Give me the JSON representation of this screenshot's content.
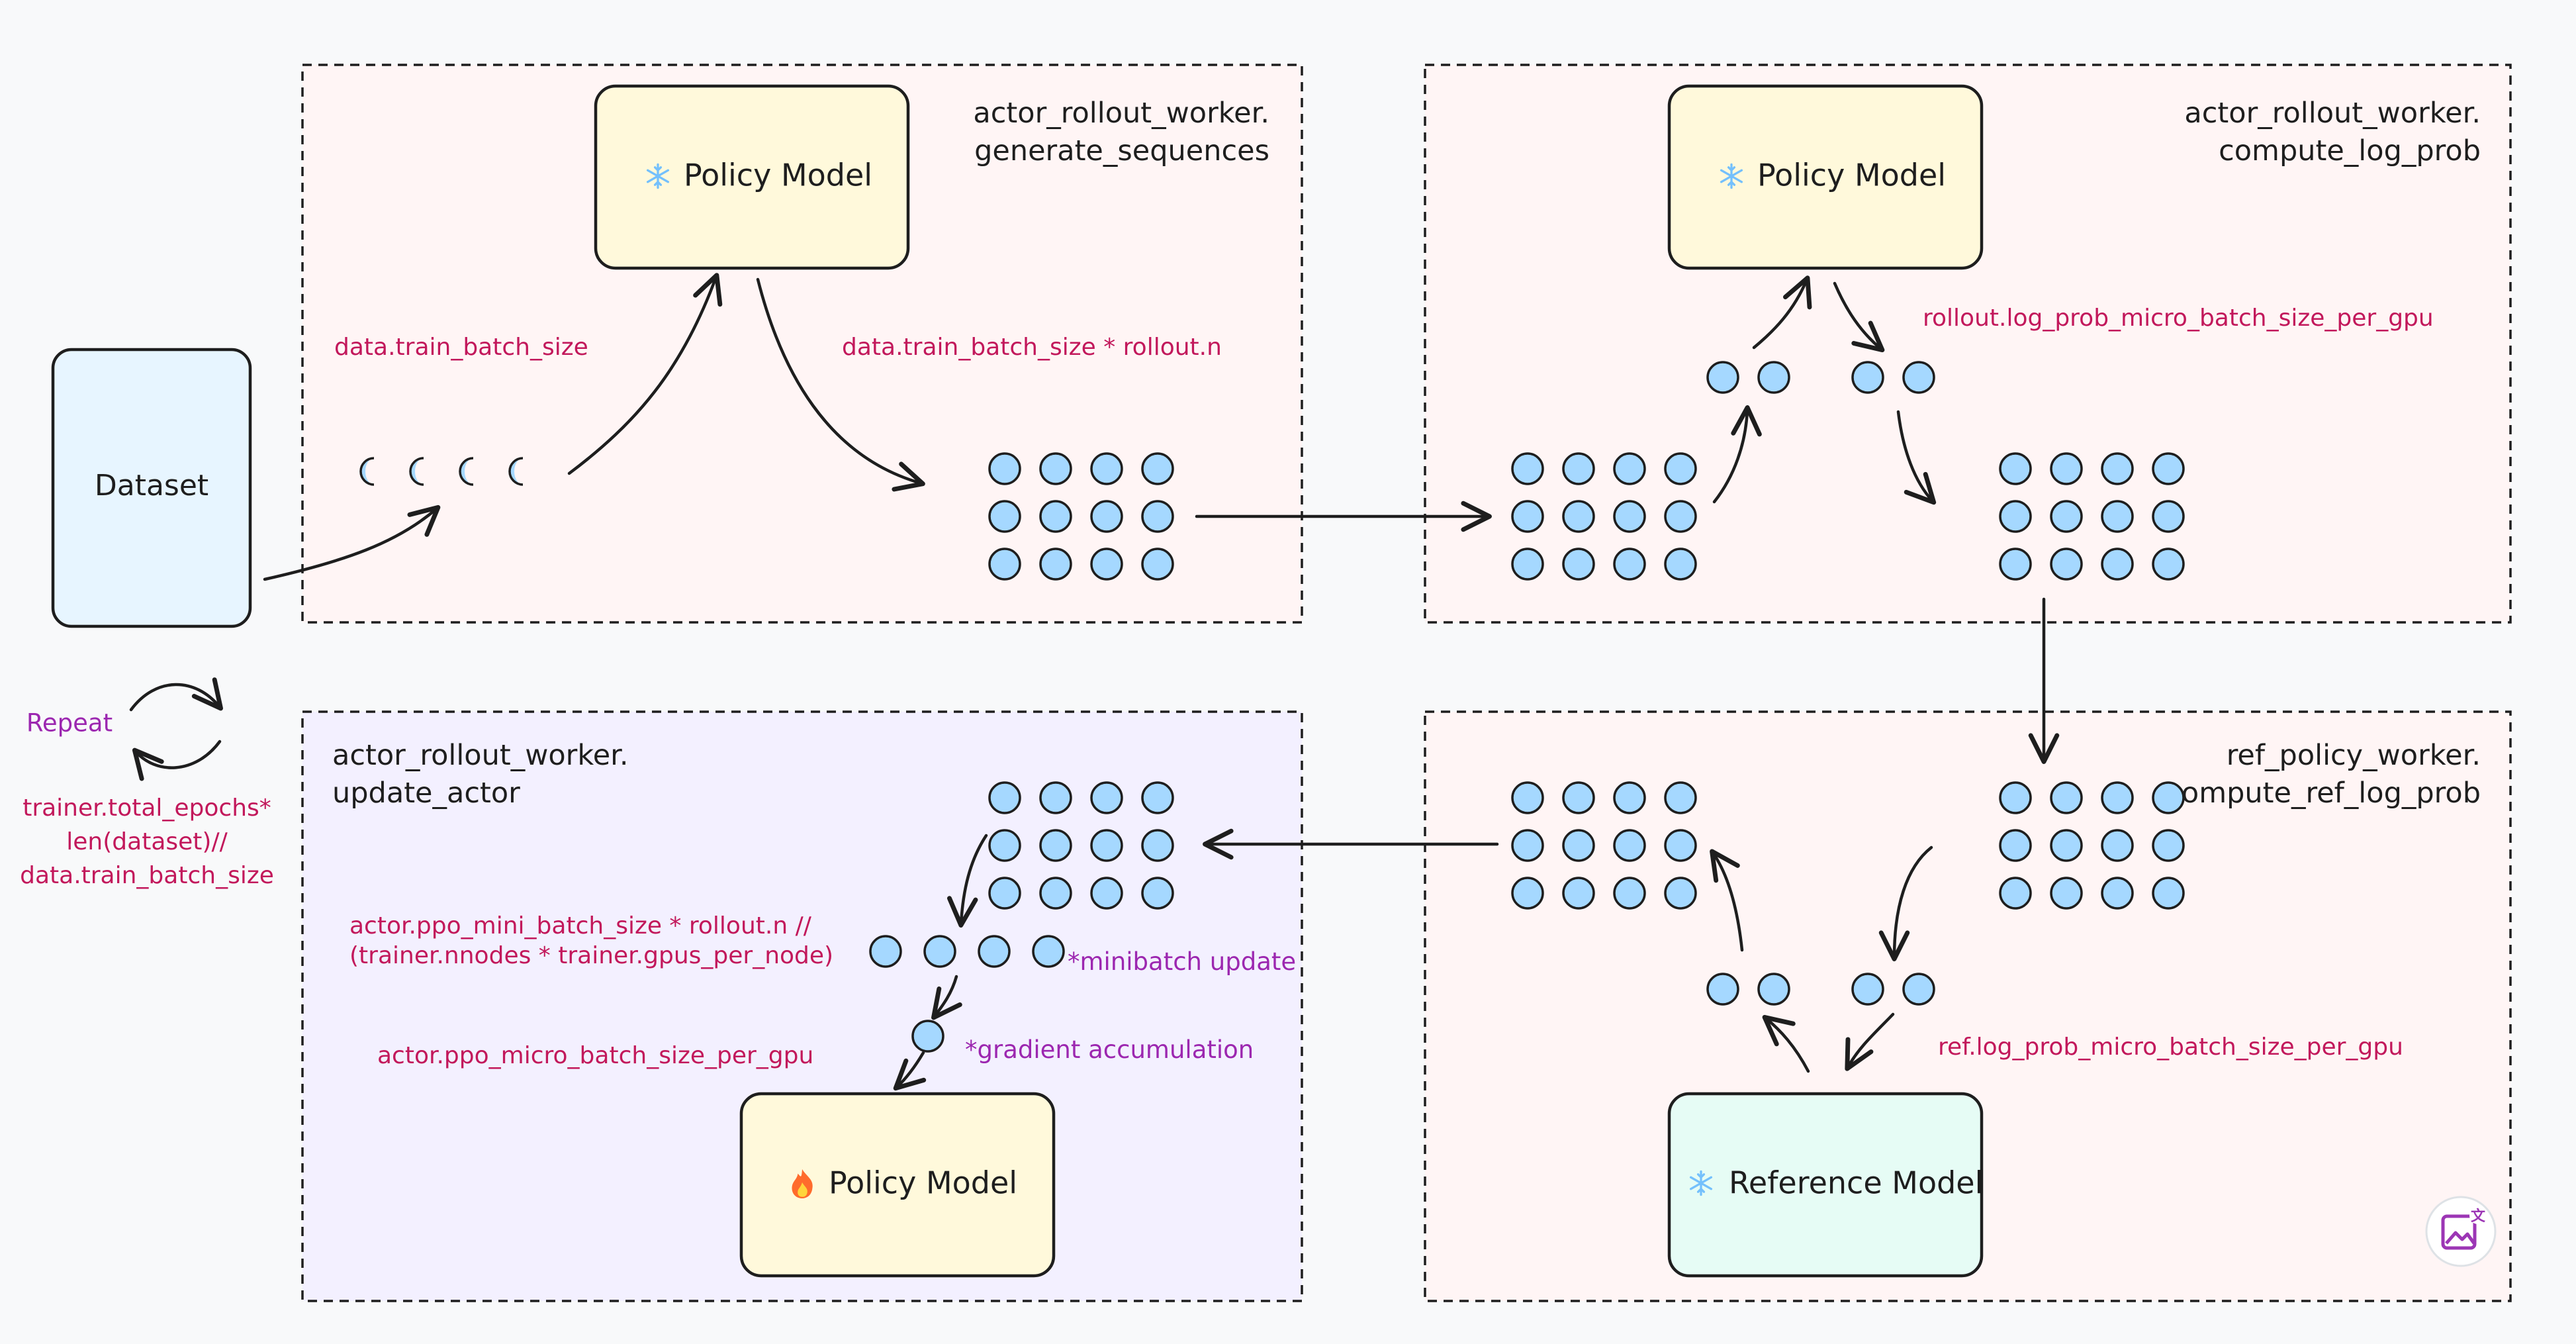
{
  "dataset": {
    "label": "Dataset"
  },
  "repeat": {
    "label": "Repeat",
    "formula": [
      "trainer.total_epochs*",
      "len(dataset)//",
      "data.train_batch_size"
    ]
  },
  "panels": {
    "generate": {
      "title": [
        "actor_rollout_worker.",
        "generate_sequences"
      ],
      "model_label": "Policy Model",
      "model_icon": "snowflake-icon",
      "input_param": "data.train_batch_size",
      "output_param": "data.train_batch_size * rollout.n"
    },
    "logprob": {
      "title": [
        "actor_rollout_worker.",
        "compute_log_prob"
      ],
      "model_label": "Policy Model",
      "model_icon": "snowflake-icon",
      "micro_param": "rollout.log_prob_micro_batch_size_per_gpu"
    },
    "ref": {
      "title": [
        "ref_policy_worker.",
        "compute_ref_log_prob"
      ],
      "model_label": "Reference Model",
      "model_icon": "snowflake-icon",
      "micro_param": "ref.log_prob_micro_batch_size_per_gpu"
    },
    "update": {
      "title": [
        "actor_rollout_worker.",
        "update_actor"
      ],
      "model_label": "Policy Model",
      "model_icon": "fire-icon",
      "mini_param": [
        "actor.ppo_mini_batch_size * rollout.n //",
        "(trainer.nnodes * trainer.gpus_per_node)"
      ],
      "mini_note": "*minibatch update",
      "micro_param": "actor.ppo_micro_batch_size_per_gpu",
      "micro_note": "*gradient accumulation"
    }
  },
  "colors": {
    "panel_pink": "#fff5f5",
    "panel_purple": "#f3f0ff",
    "model_yellow": "#fff9db",
    "reference_green": "#e6fcf5",
    "dataset_blue": "#e7f5ff",
    "dot_blue": "#a5d8ff",
    "param_text": "#c2185b",
    "note_text": "#9c27b0"
  },
  "corner_icon": "image-translate-icon"
}
